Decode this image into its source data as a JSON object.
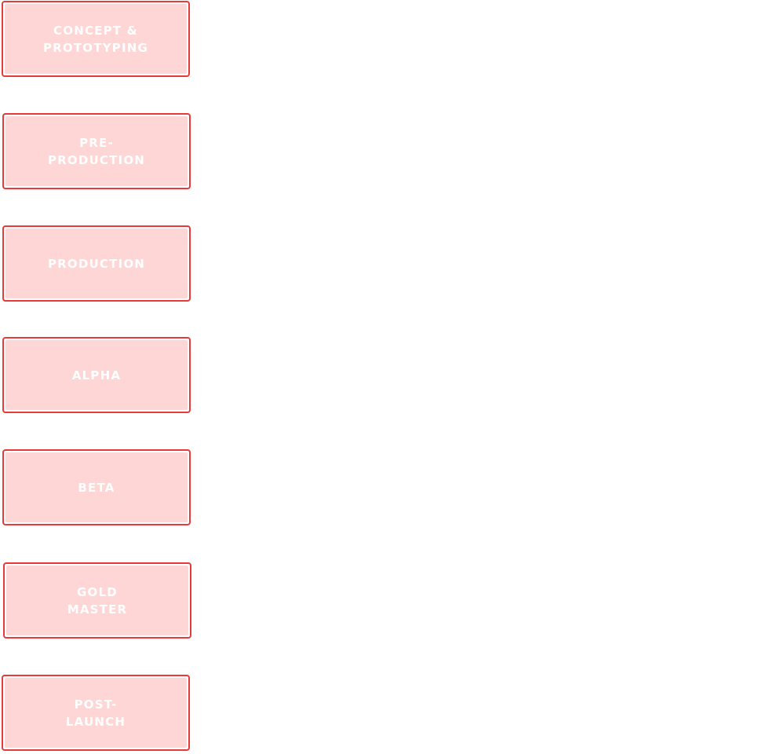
{
  "stages": [
    {
      "label": "CONCEPT &\nPROTOTYPING"
    },
    {
      "label": "PRE-\nPRODUCTION"
    },
    {
      "label": "PRODUCTION"
    },
    {
      "label": "ALPHA"
    },
    {
      "label": "BETA"
    },
    {
      "label": "GOLD\nMASTER"
    },
    {
      "label": "POST-\nLAUNCH"
    }
  ],
  "colors": {
    "border": "#e83a3a",
    "fill": "#ffd6d6",
    "text": "#ffffff",
    "background": "#ffffff"
  }
}
